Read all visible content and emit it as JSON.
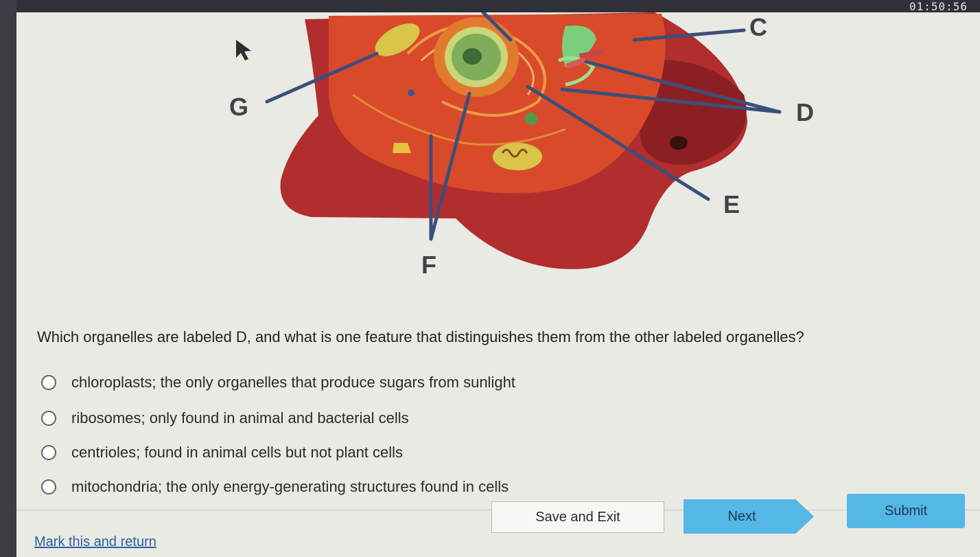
{
  "timer": "01:50:56",
  "diagram": {
    "labels": {
      "c": "C",
      "d": "D",
      "e": "E",
      "f": "F",
      "g": "G"
    }
  },
  "question": "Which organelles are labeled D, and what is one feature that distinguishes them from the other labeled organelles?",
  "options": [
    {
      "text": "chloroplasts; the only organelles that produce sugars from sunlight",
      "selected": false
    },
    {
      "text": "ribosomes; only found in animal and bacterial cells",
      "selected": false
    },
    {
      "text": "centrioles; found in animal cells but not plant cells",
      "selected": false
    },
    {
      "text": "mitochondria; the only energy-generating structures found in cells",
      "selected": false
    }
  ],
  "footer": {
    "mark_link": "Mark this and return",
    "save_label": "Save and Exit",
    "next_label": "Next",
    "submit_label": "Submit"
  },
  "colors": {
    "accent": "#54b7e6",
    "link": "#2c5fa3",
    "cell_membrane": "#b02a2a",
    "cell_cytoplasm": "#e0552e",
    "leader_line": "#3c4f7a"
  }
}
